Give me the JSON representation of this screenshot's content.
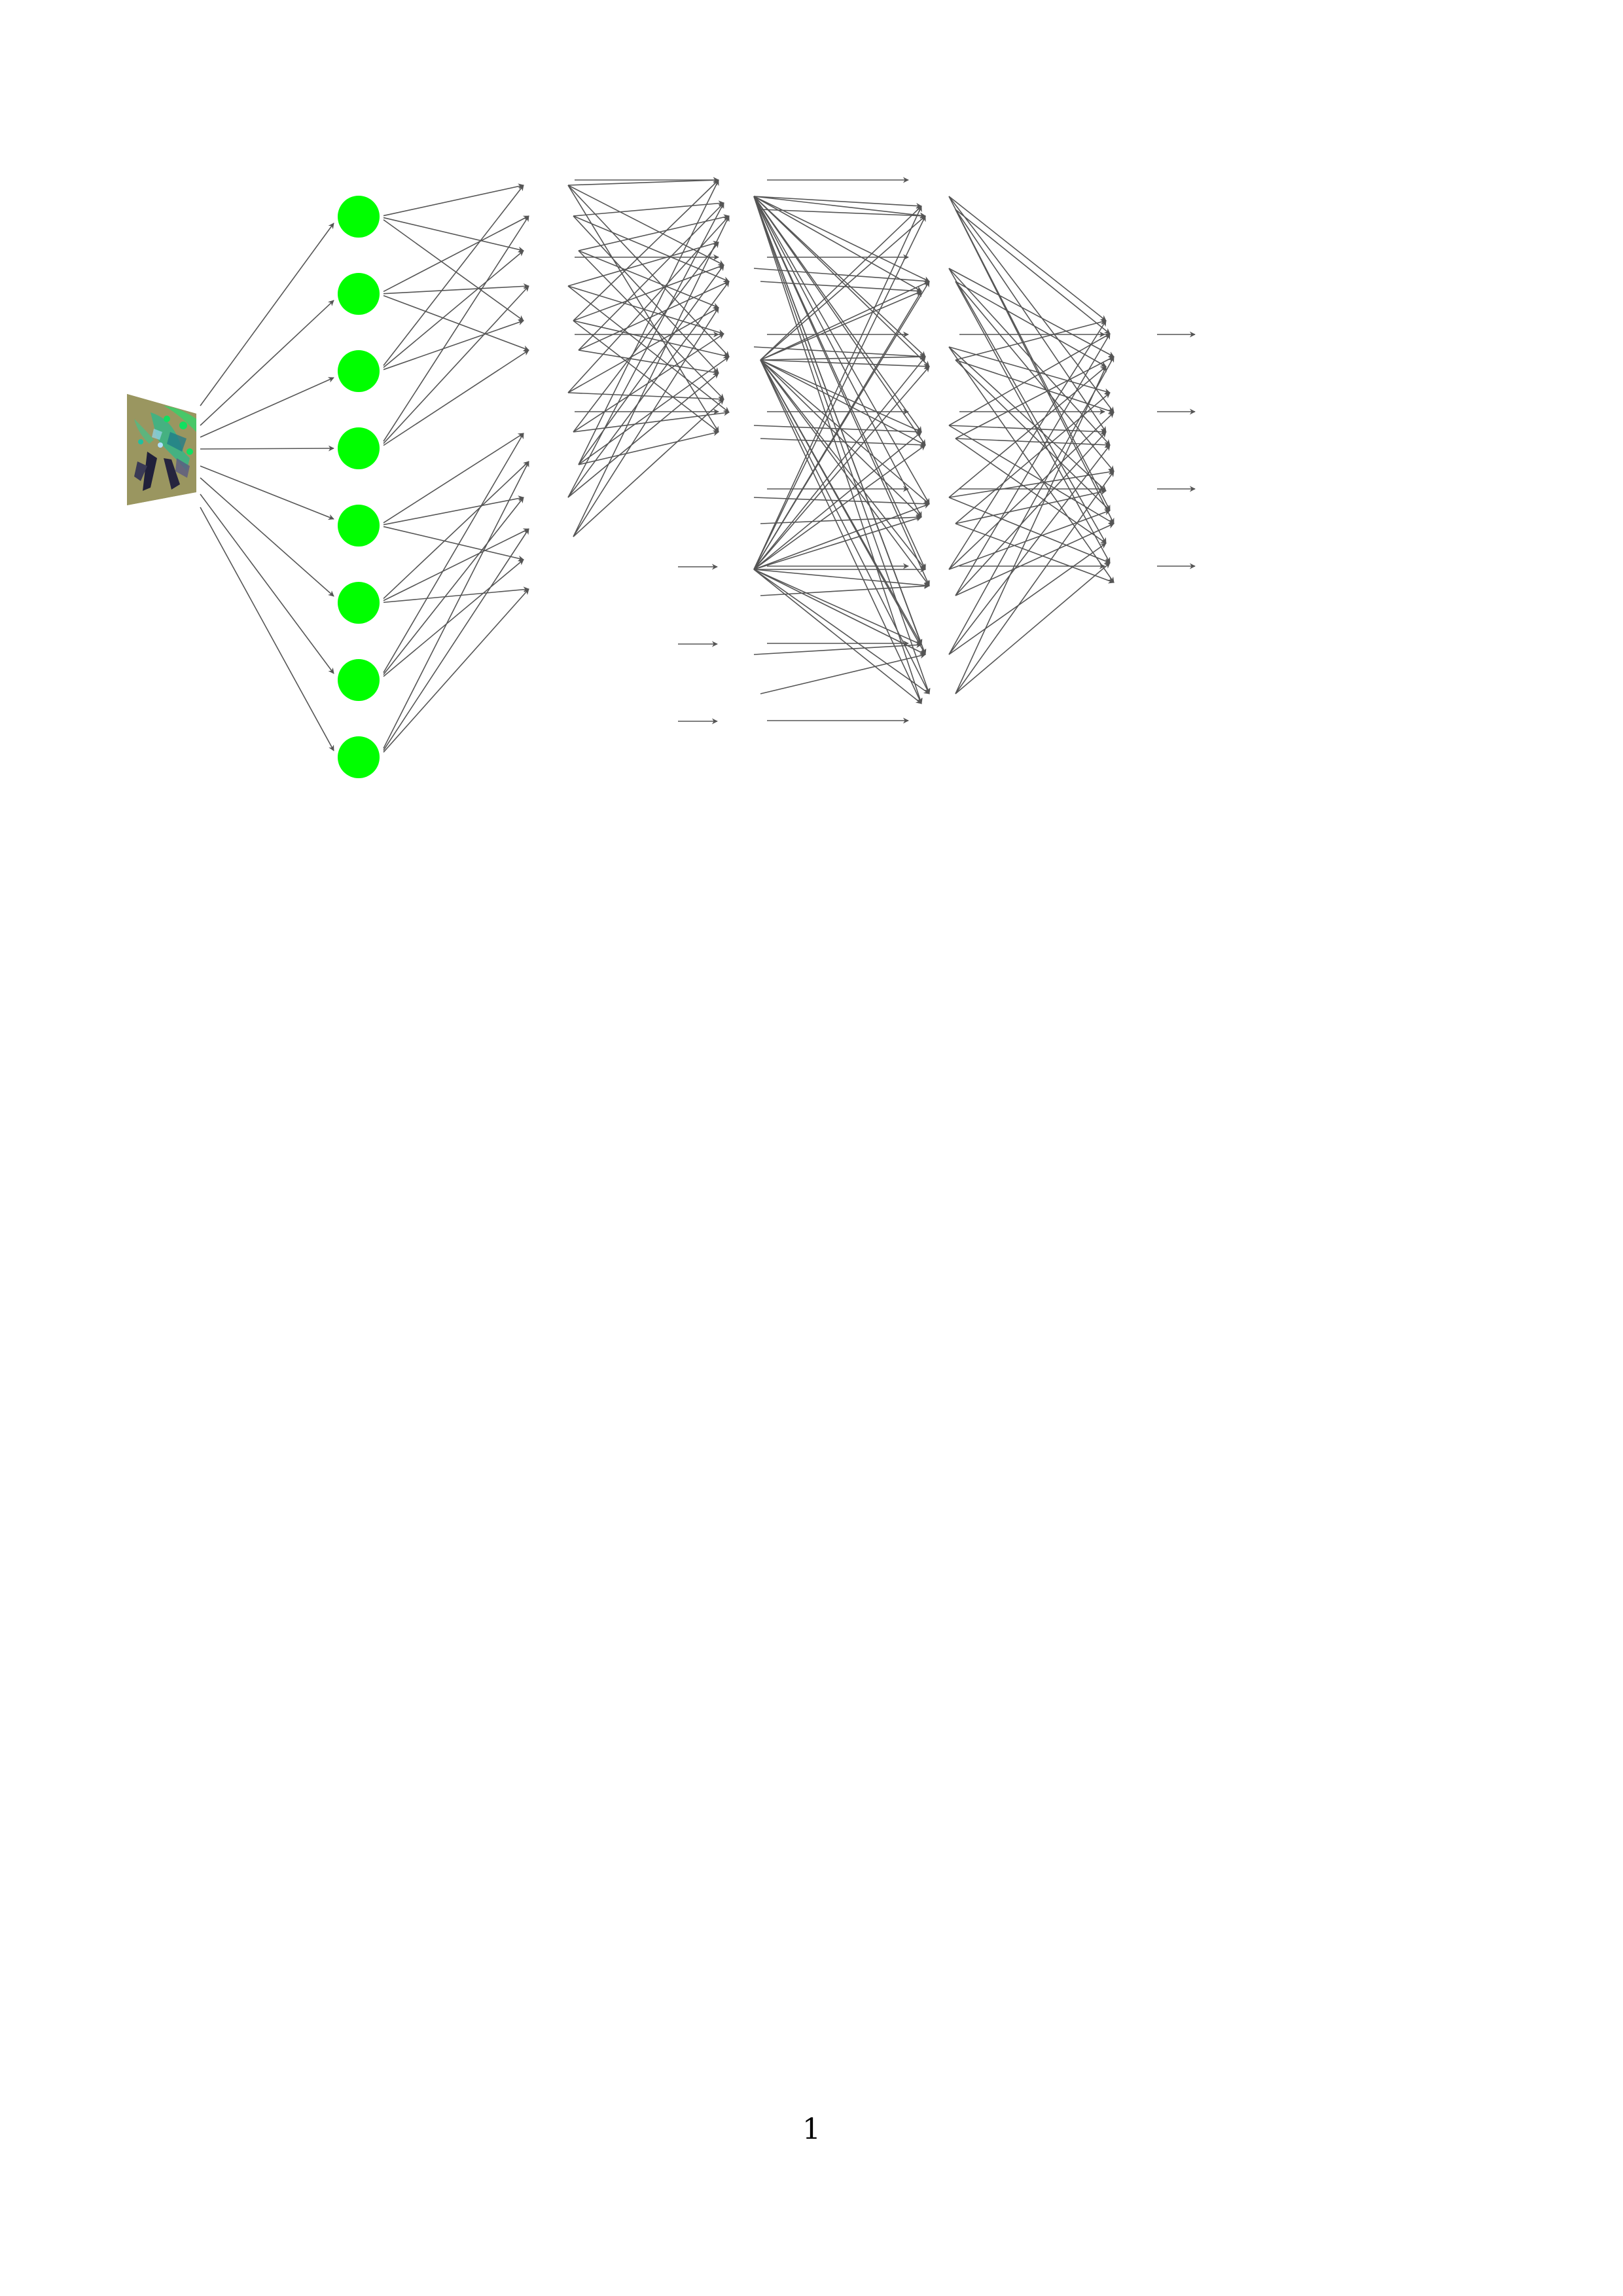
{
  "page": {
    "number": "1"
  },
  "colors": {
    "node_fill": "#00ff00",
    "edge": "#555555",
    "image_base": "#8c8a55"
  },
  "input": {
    "icon": "input-image-thumbnail"
  },
  "layers": [
    {
      "name": "input-image",
      "nodes": 1
    },
    {
      "name": "layer-1",
      "nodes": 8,
      "drawn_as": "green-circles"
    },
    {
      "name": "layer-2",
      "nodes": 12
    },
    {
      "name": "layer-3",
      "nodes": 12
    },
    {
      "name": "layer-4",
      "nodes": 12
    },
    {
      "name": "layer-5",
      "nodes": 4
    }
  ]
}
